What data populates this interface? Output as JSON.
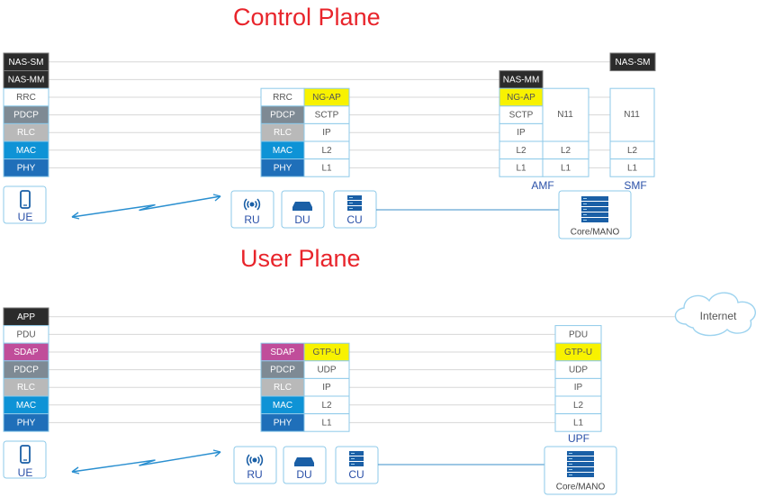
{
  "control_plane": {
    "title": "Control Plane",
    "ue_stack": [
      "NAS-SM",
      "NAS-MM",
      "RRC",
      "PDCP",
      "RLC",
      "MAC",
      "PHY"
    ],
    "ran_left": [
      "RRC",
      "PDCP",
      "RLC",
      "MAC",
      "PHY"
    ],
    "ran_right": [
      "NG-AP",
      "SCTP",
      "IP",
      "L2",
      "L1"
    ],
    "amf_header": "NAS-MM",
    "amf_left": [
      "NG-AP",
      "SCTP",
      "IP",
      "L2",
      "L1"
    ],
    "amf_n11": "N11",
    "amf_right_low": [
      "L2",
      "L1"
    ],
    "smf_header": "NAS-SM",
    "smf_n11": "N11",
    "smf_low": [
      "L2",
      "L1"
    ],
    "amf_label": "AMF",
    "smf_label": "SMF",
    "ue_label": "UE",
    "ru_label": "RU",
    "du_label": "DU",
    "cu_label": "CU",
    "core_label": "Core/MANO"
  },
  "user_plane": {
    "title": "User Plane",
    "ue_stack": [
      "APP",
      "PDU",
      "SDAP",
      "PDCP",
      "RLC",
      "MAC",
      "PHY"
    ],
    "ran_left": [
      "SDAP",
      "PDCP",
      "RLC",
      "MAC",
      "PHY"
    ],
    "ran_right": [
      "GTP-U",
      "UDP",
      "IP",
      "L2",
      "L1"
    ],
    "upf_stack": [
      "PDU",
      "GTP-U",
      "UDP",
      "IP",
      "L2",
      "L1"
    ],
    "upf_label": "UPF",
    "internet_label": "Internet",
    "ue_label": "UE",
    "ru_label": "RU",
    "du_label": "DU",
    "cu_label": "CU",
    "core_label": "Core/MANO"
  },
  "colors": {
    "title": "#e8242b",
    "nas": "#2b2b2b",
    "app": "#2b2b2b",
    "rrc": "#ffffff",
    "pdu": "#ffffff",
    "sdap": "#c04d9a",
    "pdcp": "#7e8a94",
    "rlc": "#b9b9b9",
    "mac": "#0e93d6",
    "phy": "#1f6fb9",
    "yellow": "#f8f200",
    "border": "#8ecae9",
    "device": "#1a5fa6",
    "label_blue": "#2a50a8"
  }
}
